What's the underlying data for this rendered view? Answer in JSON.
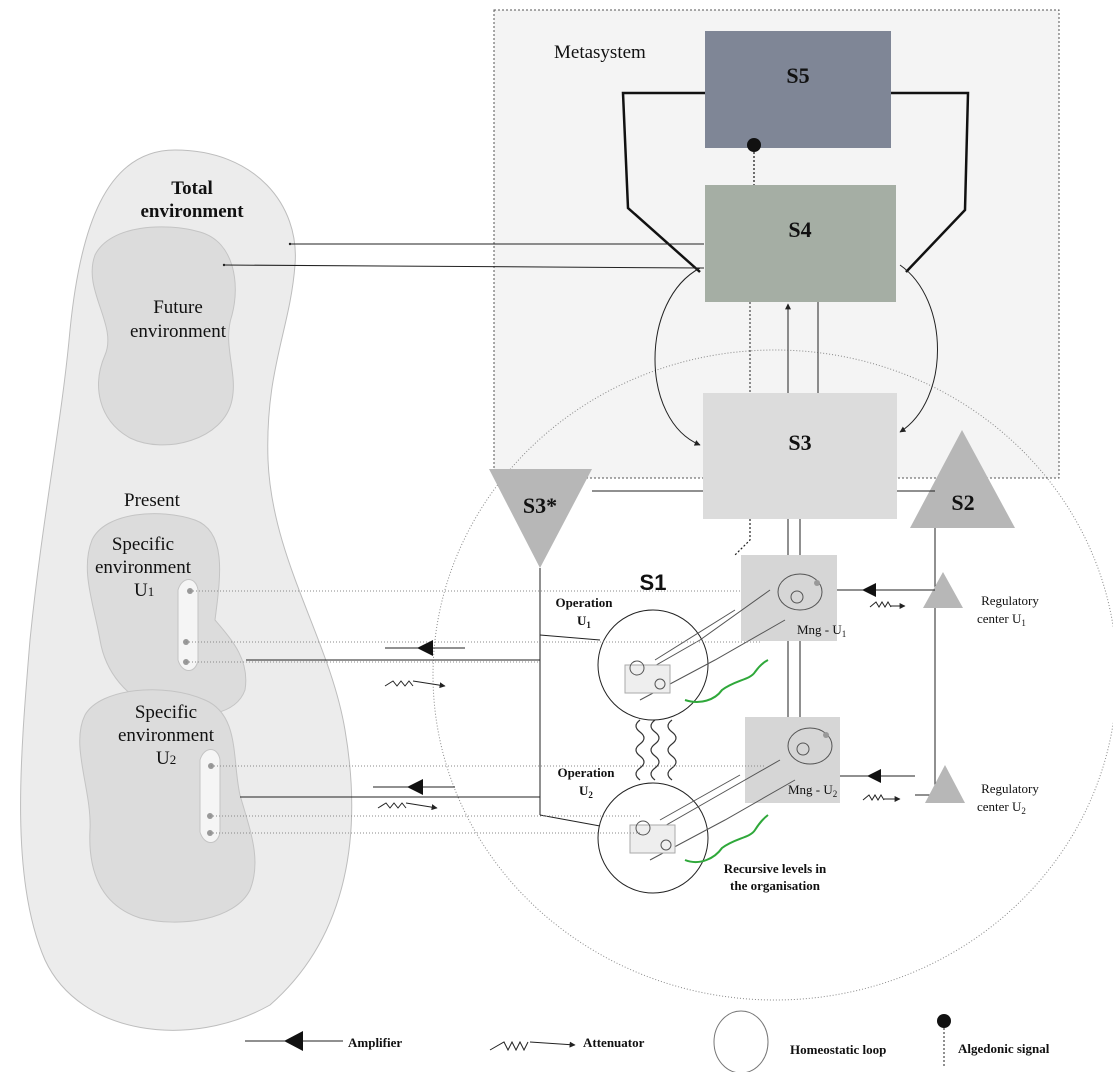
{
  "colors": {
    "environment_outer": "#ececec",
    "environment_inner": "#dcdcdc",
    "specific_pocket": "#f5f5f5",
    "metasystem_bg": "#f4f4f4",
    "s5": "#7f8696",
    "s4": "#a5aea4",
    "s3": "#dcdcdc",
    "triangles": "#b7b7b7",
    "management_box": "#d6d6d6",
    "recursion_brace": "#2fa83a"
  },
  "metasystem": {
    "label": "Metasystem"
  },
  "systems": {
    "s5": "S5",
    "s4": "S4",
    "s3": "S3",
    "s3_star": "S3*",
    "s2": "S2",
    "s1": "S1"
  },
  "environment": {
    "total": [
      "Total",
      "environment"
    ],
    "future": [
      "Future",
      "environment"
    ],
    "present": "Present",
    "specific_u1": [
      "Specific",
      "environment",
      "U",
      "1"
    ],
    "specific_u2": [
      "Specific",
      "environment",
      "U",
      "2"
    ]
  },
  "operations": {
    "u1": [
      "Operation",
      "U",
      "1"
    ],
    "u2": [
      "Operation",
      "U",
      "2"
    ]
  },
  "management": {
    "u1": [
      "Mng - U",
      "1"
    ],
    "u2": [
      "Mng - U",
      "2"
    ]
  },
  "regulatory": {
    "u1": [
      "Regulatory",
      "center U",
      "1"
    ],
    "u2": [
      "Regulatory",
      "center U",
      "2"
    ]
  },
  "recursion_note": [
    "Recursive levels in",
    "the organisation"
  ],
  "legend": {
    "amplifier": "Amplifier",
    "attenuator": "Attenuator",
    "homeostatic_loop": "Homeostatic loop",
    "algedonic_signal": "Algedonic signal"
  }
}
